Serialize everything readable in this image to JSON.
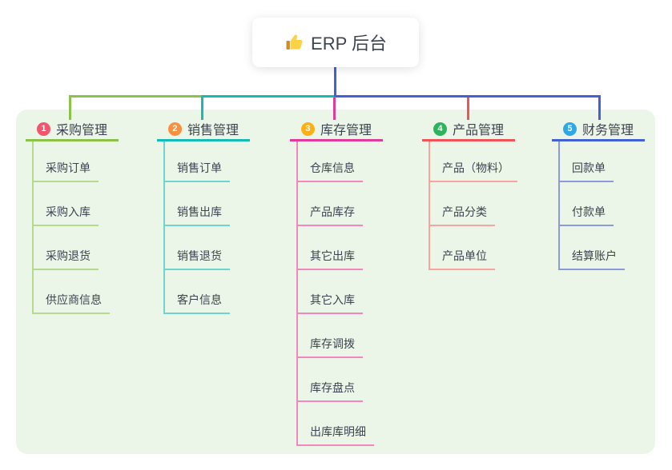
{
  "root": {
    "icon": "thumbs-up-icon",
    "label": "ERP 后台",
    "line_color": "#4361d2"
  },
  "canvas_background": "#ffffff",
  "panel_background": "#ecf6e8",
  "text_color": "#3d4451",
  "branches": [
    {
      "index": "1",
      "label": "采购管理",
      "color": "#8bc34a",
      "light_color": "#b5d98d",
      "badge_color": "#f1566e",
      "items": [
        "采购订单",
        "采购入库",
        "采购退货",
        "供应商信息"
      ]
    },
    {
      "index": "2",
      "label": "销售管理",
      "color": "#16bcb4",
      "light_color": "#6ed5cd",
      "badge_color": "#f9903e",
      "items": [
        "销售订单",
        "销售出库",
        "销售退货",
        "客户信息"
      ]
    },
    {
      "index": "3",
      "label": "库存管理",
      "color": "#e13a99",
      "light_color": "#f088bd",
      "badge_color": "#fbb017",
      "items": [
        "仓库信息",
        "产品库存",
        "其它出库",
        "其它入库",
        "库存调拨",
        "库存盘点",
        "出库库明细"
      ]
    },
    {
      "index": "4",
      "label": "产品管理",
      "color": "#f05458",
      "light_color": "#f9a3a1",
      "badge_color": "#2db55d",
      "items": [
        "产品（物料）",
        "产品分类",
        "产品单位"
      ]
    },
    {
      "index": "5",
      "label": "财务管理",
      "color": "#4361d2",
      "light_color": "#8c99da",
      "badge_color": "#2fa8e6",
      "items": [
        "回款单",
        "付款单",
        "结算账户"
      ]
    }
  ]
}
